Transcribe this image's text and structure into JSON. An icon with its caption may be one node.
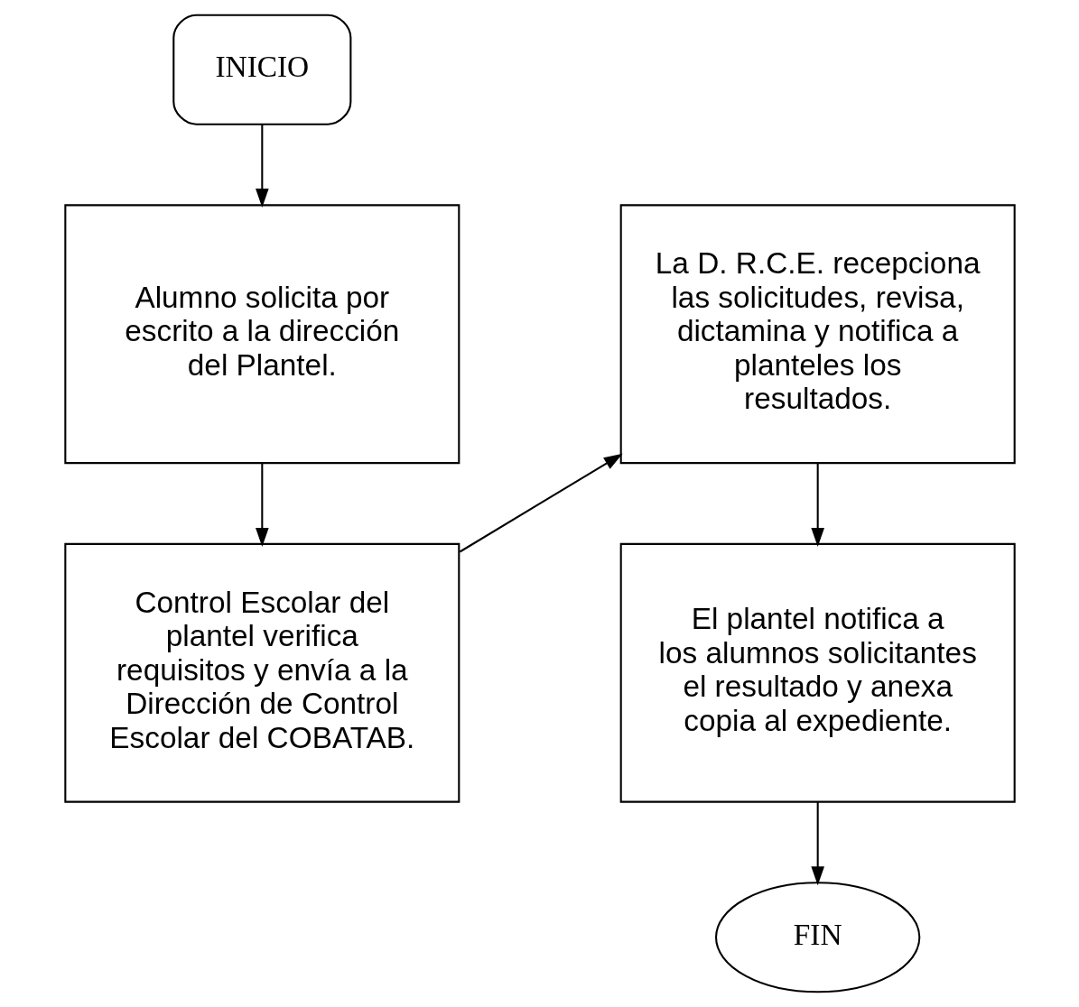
{
  "diagram": {
    "nodes": [
      {
        "text": [
          "INICIO"
        ]
      },
      {
        "text": [
          "Alumno solicita por escrito a la dirección del Plantel."
        ]
      },
      {
        "text": [
          "Control Escolar del plantel verifica requisitos y envía a la Dirección de Control Escolar del COBATAB."
        ]
      },
      {
        "text": [
          "La D. R.C.E. recepciona las solicitudes, revisa, dictamina y notifica a planteles los resultados."
        ]
      },
      {
        "text": [
          "El plantel notifica a los alumnos solicitantes el resultado y anexa copia al expediente."
        ]
      },
      {
        "text": [
          "FIN"
        ]
      }
    ],
    "edges": [
      {
        "from": 0,
        "to": 1,
        "arrow": "to"
      },
      {
        "from": 1,
        "to": 2,
        "arrow": "to"
      },
      {
        "from": 2,
        "to": 3,
        "arrow": "to"
      },
      {
        "from": 3,
        "to": 4,
        "arrow": "to"
      },
      {
        "from": 4,
        "to": 5,
        "arrow": "to"
      }
    ]
  }
}
